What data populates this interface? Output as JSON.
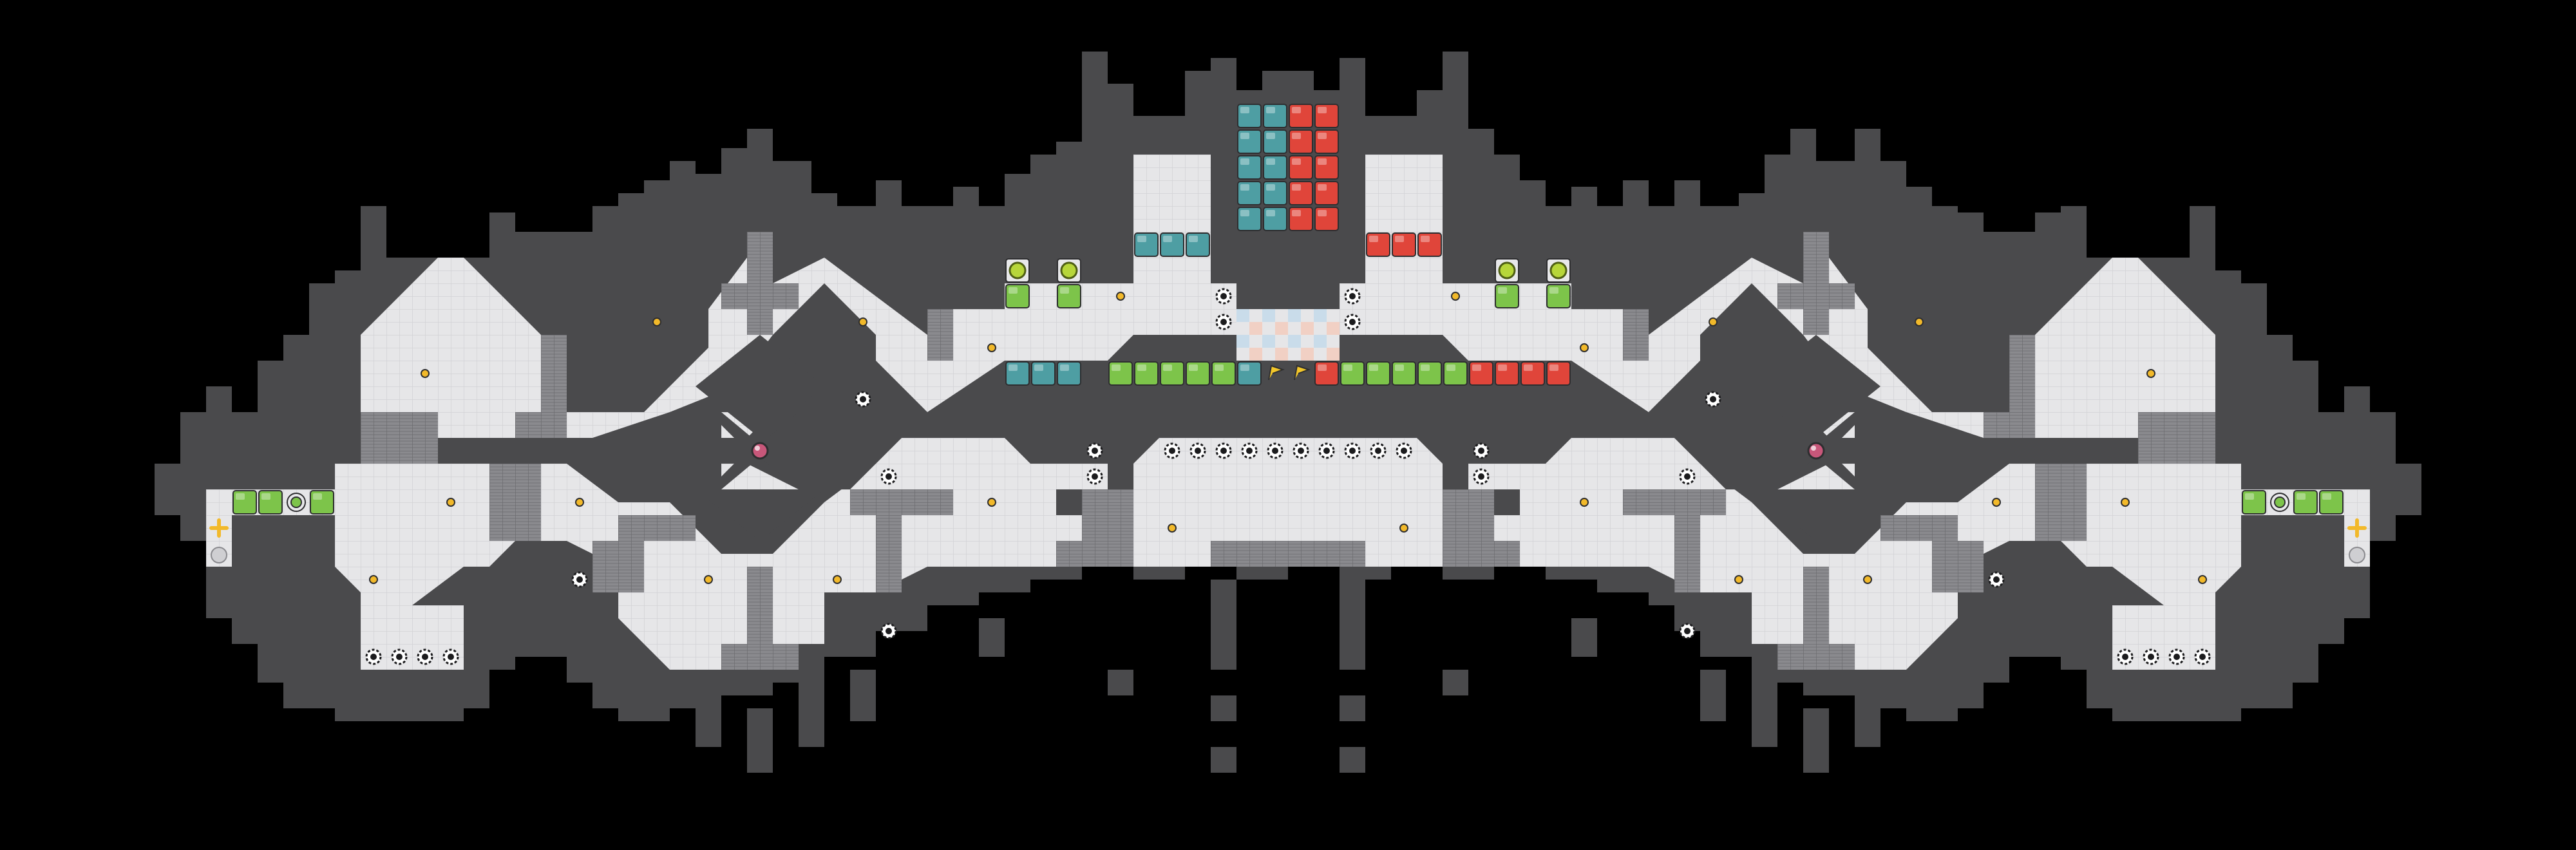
{
  "colors": {
    "background": "#000000",
    "wall": "#4a4a4c",
    "wall_edge": "#2e2e30",
    "floor": "#e6e6e8",
    "floor_grid": "#d2d2d6",
    "conveyor": "#8a8a8e",
    "team_blue": "#4e9ea3",
    "team_red": "#e0453a",
    "team_green": "#7dc44a",
    "pellet": "#f2b92a",
    "goal": "#b7d63a",
    "checker_blue": "#c9dcea",
    "checker_red": "#f1d0c4"
  },
  "icons": {
    "pellet": "pellet-icon",
    "mine": "mine-icon",
    "flag": "flag-icon",
    "boost": "boost-pad-icon",
    "ball": "ball-icon",
    "spawn": "spawn-plus-icon",
    "goal": "goal-button-icon"
  },
  "legend": {
    "teams": [
      "blue",
      "red",
      "green"
    ]
  }
}
